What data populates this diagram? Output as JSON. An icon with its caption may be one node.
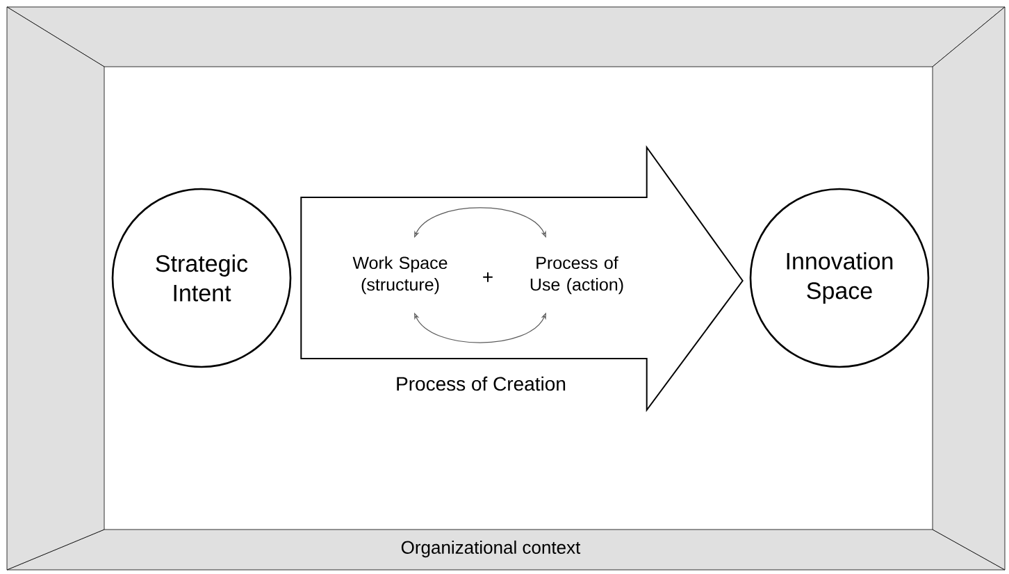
{
  "diagram": {
    "nodes": [
      {
        "text": [
          "Organizational context"
        ]
      },
      {
        "text": [
          "Strategic Intent"
        ],
        "in": 0
      },
      {
        "text": [
          "Work Space (structure)"
        ],
        "in": 0
      },
      {
        "text": [
          "Process of Use (action)"
        ],
        "in": 0
      },
      {
        "text": [
          "Innovation Space"
        ],
        "in": 0
      }
    ],
    "edges": [
      {
        "from": 1,
        "to": 4,
        "arrow": "to",
        "label": "Process of Creation"
      },
      {
        "from": 2,
        "to": 3,
        "arrow": "both"
      },
      {
        "from": 2,
        "to": 3,
        "arrow": "both"
      }
    ],
    "labels": [
      "+"
    ]
  }
}
